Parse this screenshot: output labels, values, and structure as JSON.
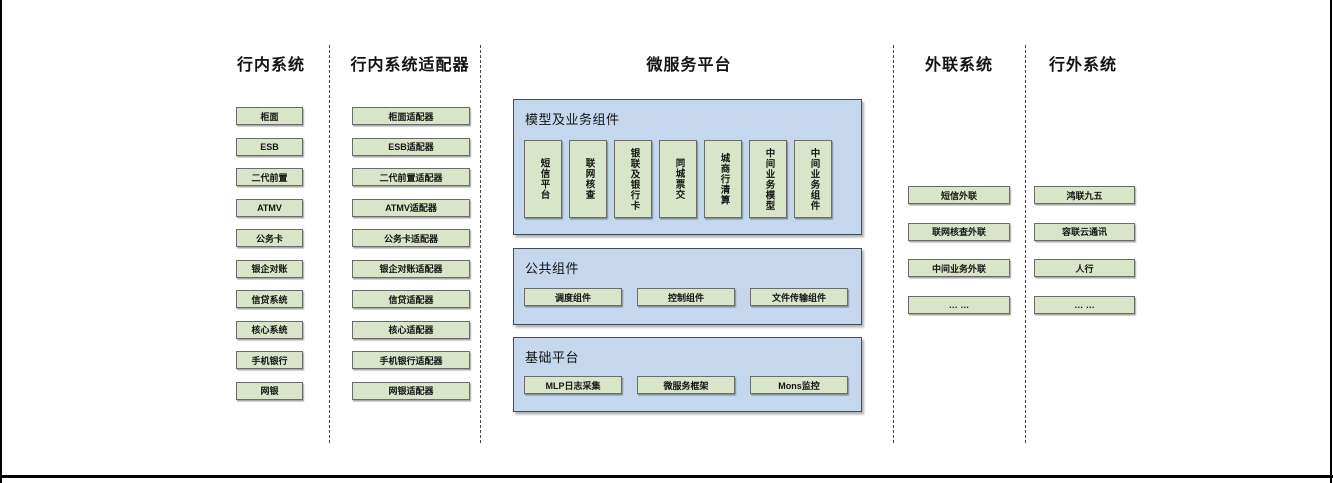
{
  "colors": {
    "box_fill": "#d9e5c8",
    "box_border": "#6b6b6b",
    "container_fill": "#c4d7ec",
    "container_border": "#454e58",
    "text": "#141414",
    "divider": "#4a4a4a",
    "frame": "#000000",
    "bg": "#ffffff"
  },
  "columns": [
    {
      "id": "internal-systems",
      "title": "行内系统",
      "items": [
        "柜面",
        "ESB",
        "二代前置",
        "ATMV",
        "公务卡",
        "银企对账",
        "信贷系统",
        "核心系统",
        "手机银行",
        "网银"
      ]
    },
    {
      "id": "internal-system-adapters",
      "title": "行内系统适配器",
      "items": [
        "柜面适配器",
        "ESB适配器",
        "二代前置适配器",
        "ATMV适配器",
        "公务卡适配器",
        "银企对账适配器",
        "信贷适配器",
        "核心适配器",
        "手机银行适配器",
        "网银适配器"
      ]
    },
    {
      "id": "microservice-platform",
      "title": "微服务平台",
      "sections": [
        {
          "id": "model-business-components",
          "title": "模型及业务组件",
          "items": [
            "短信平台",
            "联网核查",
            "银联及银行卡",
            "同城票交",
            "城商行清算",
            "中间业务模型",
            "中间业务组件"
          ]
        },
        {
          "id": "common-components",
          "title": "公共组件",
          "items": [
            "调度组件",
            "控制组件",
            "文件传输组件"
          ]
        },
        {
          "id": "basic-platform",
          "title": "基础平台",
          "items": [
            "MLP日志采集",
            "微服务框架",
            "Mons监控"
          ]
        }
      ]
    },
    {
      "id": "external-link-systems",
      "title": "外联系统",
      "items": [
        "短信外联",
        "联网核查外联",
        "中间业务外联",
        "… …"
      ]
    },
    {
      "id": "outside-bank-systems",
      "title": "行外系统",
      "items": [
        "鸿联九五",
        "容联云通讯",
        "人行",
        "… …"
      ]
    }
  ]
}
